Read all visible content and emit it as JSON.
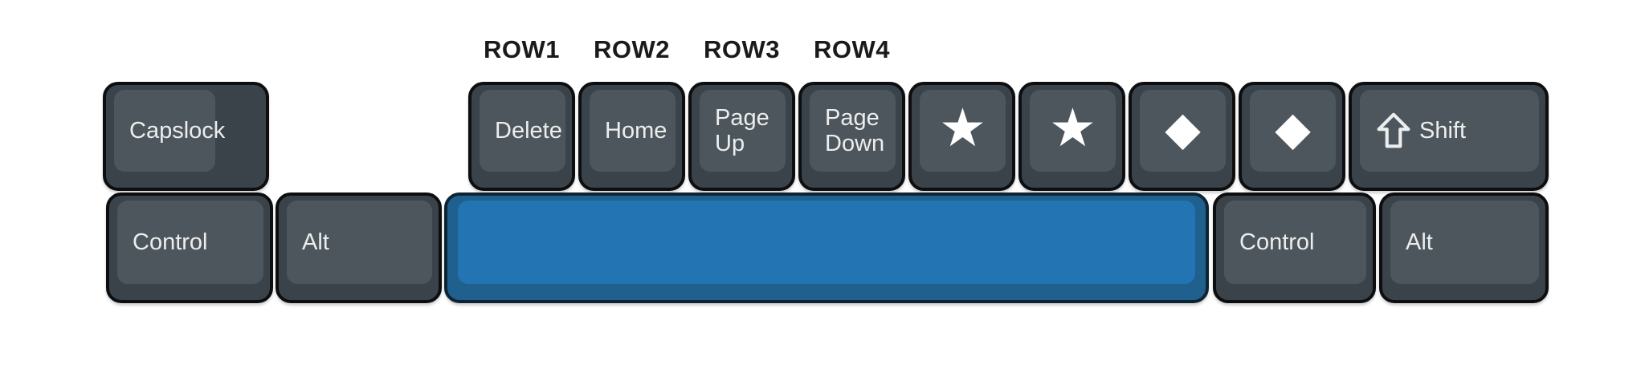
{
  "colors": {
    "key_body": "#3b434a",
    "key_cap": "#4e565d",
    "key_border": "#0c0e10",
    "key_text": "#eceeee",
    "space_body": "#1f608f",
    "space_cap": "#2274b3",
    "space_border": "#0e2433",
    "row_label_text": "#1a1a1a",
    "icon_white": "#ffffff"
  },
  "row_labels": [
    {
      "label": "ROW1"
    },
    {
      "label": "ROW2"
    },
    {
      "label": "ROW3"
    },
    {
      "label": "ROW4"
    }
  ],
  "keyboard": {
    "top_row": [
      {
        "name": "capslock-key",
        "label": "Capslock",
        "style": "narrow-cap"
      },
      {
        "name": "delete-key",
        "label": "Delete"
      },
      {
        "name": "home-key",
        "label": "Home"
      },
      {
        "name": "page-up-key",
        "lines": [
          "Page",
          "Up"
        ]
      },
      {
        "name": "page-down-key",
        "lines": [
          "Page",
          "Down"
        ]
      },
      {
        "name": "star-key-1",
        "icon": "star-icon",
        "glyph": "★"
      },
      {
        "name": "star-key-2",
        "icon": "star-icon",
        "glyph": "★"
      },
      {
        "name": "diamond-key-1",
        "icon": "diamond-icon",
        "glyph": "◆"
      },
      {
        "name": "diamond-key-2",
        "icon": "diamond-icon",
        "glyph": "◆"
      },
      {
        "name": "shift-key",
        "label": "Shift",
        "icon": "shift-arrow-icon"
      }
    ],
    "bottom_row": [
      {
        "name": "control-left-key",
        "label": "Control"
      },
      {
        "name": "alt-left-key",
        "label": "Alt"
      },
      {
        "name": "spacebar-key",
        "label": "",
        "variant": "space"
      },
      {
        "name": "control-right-key",
        "label": "Control"
      },
      {
        "name": "alt-right-key",
        "label": "Alt"
      }
    ]
  }
}
